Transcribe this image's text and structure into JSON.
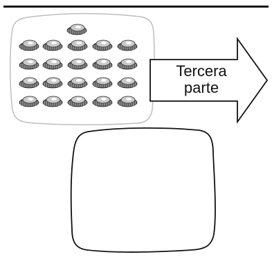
{
  "arrow": {
    "line1": "Tercera",
    "line2": "parte"
  },
  "bottle_caps": {
    "count": 21
  },
  "colors": {
    "line": "#111111",
    "cap_dark": "#555555",
    "cap_light": "#c9c9c9",
    "cap_white": "#ffffff",
    "box_border": "#bdbdbd"
  }
}
